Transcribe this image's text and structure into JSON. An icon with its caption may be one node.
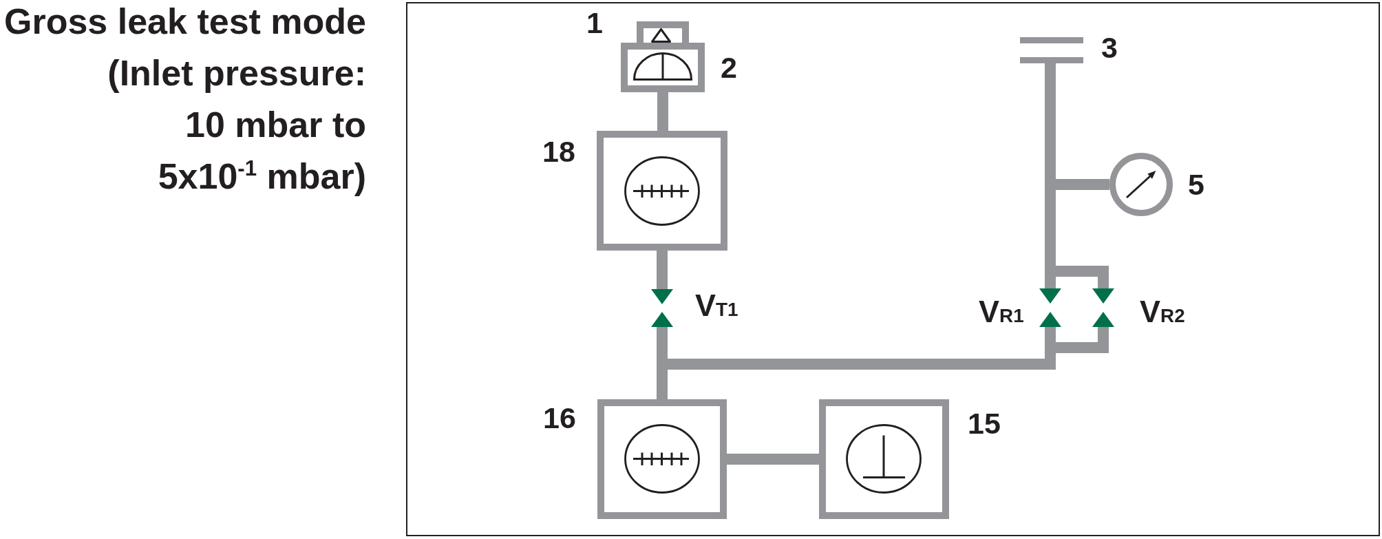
{
  "diagram": {
    "title": "Gross leak test mode",
    "nodes": [
      {
        "text": [],
        "shape": "box",
        "beside": [
          "1"
        ]
      },
      {
        "text": [],
        "shape": "box",
        "beside": [
          "2"
        ]
      },
      {
        "text": [],
        "shape": "bar",
        "beside": [
          "3"
        ]
      },
      {
        "text": [],
        "shape": "box",
        "beside": [
          "18"
        ]
      },
      {
        "text": [],
        "shape": "circle",
        "beside": [
          "5"
        ]
      },
      {
        "text": [],
        "shape": "valve",
        "beside": [
          "V$_{T1}$"
        ]
      },
      {
        "text": [],
        "shape": "valve",
        "beside": [
          "V$_{R1}$"
        ]
      },
      {
        "text": [],
        "shape": "valve",
        "beside": [
          "V$_{R2}$"
        ]
      },
      {
        "text": [],
        "shape": "box",
        "beside": [
          "16"
        ]
      },
      {
        "text": [],
        "shape": "box",
        "beside": [
          "15"
        ]
      }
    ],
    "edges": [
      {
        "from": 1,
        "to": 3,
        "arrow": "none"
      },
      {
        "from": 3,
        "to": 5,
        "arrow": "none"
      },
      {
        "from": 5,
        "to": 8,
        "arrow": "none"
      },
      {
        "from": 8,
        "to": 9,
        "arrow": "none"
      },
      {
        "from": 8,
        "to": 6,
        "arrow": "none"
      },
      {
        "from": 8,
        "to": 7,
        "arrow": "none"
      },
      {
        "from": 6,
        "to": 2,
        "arrow": "none"
      },
      {
        "from": 7,
        "to": 2,
        "arrow": "none"
      },
      {
        "from": 4,
        "to": 2,
        "arrow": "none"
      }
    ],
    "labels": [
      "(Inlet pressure: 10 mbar to 5x10$^{-1}$ mbar)"
    ]
  }
}
